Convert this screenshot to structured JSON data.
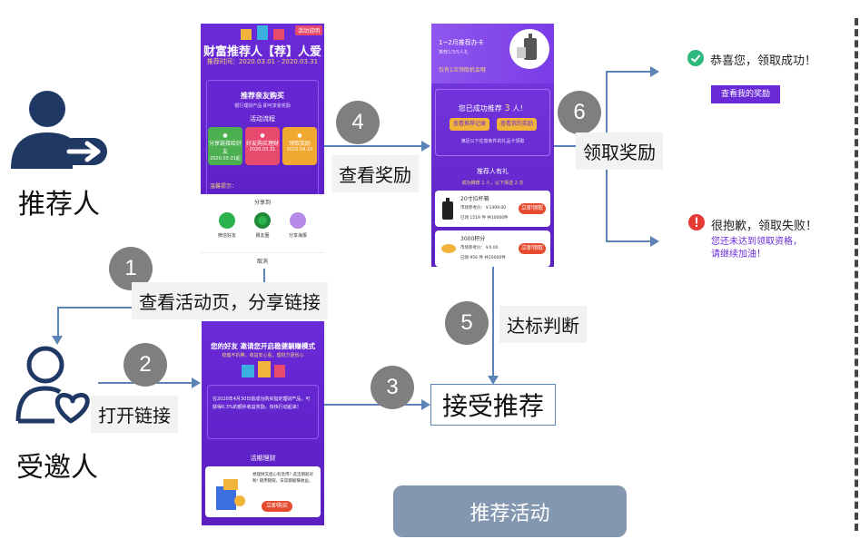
{
  "roles": {
    "referrer": "推荐人",
    "invitee": "受邀人"
  },
  "steps": [
    {
      "num": "1",
      "label": "查看活动页，分享链接"
    },
    {
      "num": "2",
      "label": "打开链接"
    },
    {
      "num": "3",
      "label": ""
    },
    {
      "num": "4",
      "label": "查看奖励"
    },
    {
      "num": "5",
      "label": "达标判断"
    },
    {
      "num": "6",
      "label": "领取奖励"
    }
  ],
  "accept_box": "接受推荐",
  "activity_button": "推荐活动",
  "screen_share": {
    "badge": "活动说明",
    "title": "财富推荐人【荐】人爱",
    "period": "推荐时间：2020.03.01 - 2020.03.31",
    "section": "推荐亲友购买",
    "desc": "银行理财产品 即可享受奖励",
    "flow_title": "活动流程",
    "flow": [
      {
        "name": "分享链接给好友",
        "date": "2020.03.01起",
        "color": "#4caf50"
      },
      {
        "name": "好友购买理财",
        "date": "2020.03.31",
        "color": "#e84a6e"
      },
      {
        "name": "领取奖励",
        "date": "2020.04.10",
        "color": "#f0a830"
      }
    ],
    "notice": "温馨提示：",
    "share_to": "分享到",
    "share_options": [
      "微信好友",
      "朋友圈",
      "分享海报"
    ],
    "cancel": "取消"
  },
  "screen_reward": {
    "card_title": "1~2月推荐办卡",
    "card_sub": "推荐1/3/5人礼",
    "card_note": "仅有1次领取机会哦",
    "success_title": "您已成功推荐",
    "success_count": "3",
    "success_unit": "人！",
    "btn_records": "查看推荐记录",
    "btn_rewards": "查看我的奖励",
    "note": "满足以下任意条件的礼品卡领取",
    "gift_title": "推荐人有礼",
    "gift_sub": "成功推荐 1 人，以下择选 2 次",
    "items": [
      {
        "name": "20寸拉杆箱",
        "ref_price": "市场参考价：￥1499.00",
        "stock": "已领 1519 件  共10000件",
        "btn": "立即领取"
      },
      {
        "name": "3000积分",
        "ref_price": "市场参考价：￥0.00",
        "stock": "已领 956 件  共10000件",
        "btn": "立即领取"
      }
    ]
  },
  "screen_invite": {
    "title": "您的好友  邀请您开启稳健躺赚模式",
    "sub": "稳健不折腾，收益安心看，理财方便省心",
    "desc": "在2020年4月30日前成功购买指定理财产品，可获得0.3%的额外收益奖励，快快行动起来！",
    "section": "活期理财",
    "product_desc": "想理财又担心有急用? 选活期就对啦! 随用随取，日常都能赚收益。",
    "btn": "立即购买"
  },
  "results": {
    "success": {
      "title": "恭喜您，领取成功！",
      "btn": "查看我的奖励"
    },
    "fail": {
      "title": "很抱歉，领取失败！",
      "sub": "您还未达到领取资格，请继续加油！"
    }
  },
  "colors": {
    "accent": "#5b83b8",
    "purple": "#6a2ad8",
    "step_gray": "#7f7f7f",
    "success": "#2db87d",
    "fail": "#e53935",
    "activity_btn": "#8497b0",
    "icon_navy": "#1f3864"
  },
  "icons": [
    "referrer-share-icon",
    "invitee-heart-icon",
    "check-icon",
    "alert-icon"
  ]
}
